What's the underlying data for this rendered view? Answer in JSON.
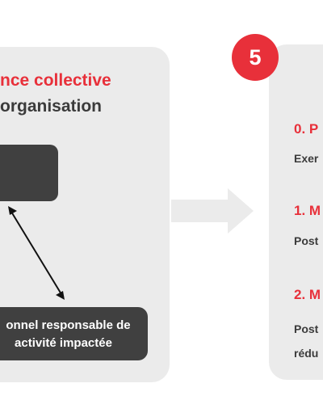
{
  "left_card": {
    "title": "nce collective",
    "subtitle": "organisation",
    "bottom_box": {
      "line1": "onnel responsable de",
      "line2": "activité impactée"
    }
  },
  "step": {
    "number": "5"
  },
  "right_card": {
    "items": [
      {
        "heading": "0. P",
        "text": "Exer"
      },
      {
        "heading": "1. M",
        "text": "Post"
      },
      {
        "heading": "2. M",
        "text": "Post",
        "text2": "rédu"
      }
    ]
  },
  "colors": {
    "accent": "#e8303a",
    "panel": "#ebebeb",
    "dark_box": "#404040",
    "text_dark": "#3b3b3b",
    "arrow": "#ebebeb"
  }
}
